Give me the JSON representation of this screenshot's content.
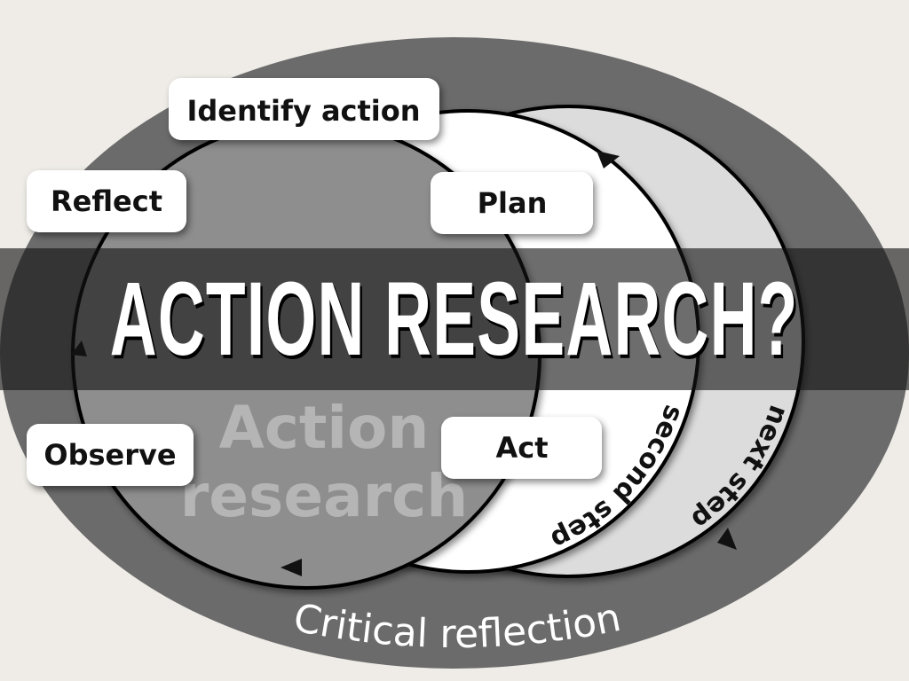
{
  "slide": {
    "title": "ACTION RESEARCH?",
    "colors": {
      "background": "#efece7",
      "outer": "#6b6b6b",
      "left_circle": "#8e8e8e",
      "middle_circle": "#ffffff",
      "right_circle": "#dcdcdc",
      "band": "#2a2a2a"
    }
  },
  "diagram": {
    "center_label_1": "Action",
    "center_label_2": "research",
    "steps": {
      "identify": "Identify action",
      "plan": "Plan",
      "act": "Act",
      "observe": "Observe",
      "reflect": "Reflect"
    },
    "second_step": "second step",
    "next_step": "next step",
    "outer_label": "Critical reflection"
  }
}
